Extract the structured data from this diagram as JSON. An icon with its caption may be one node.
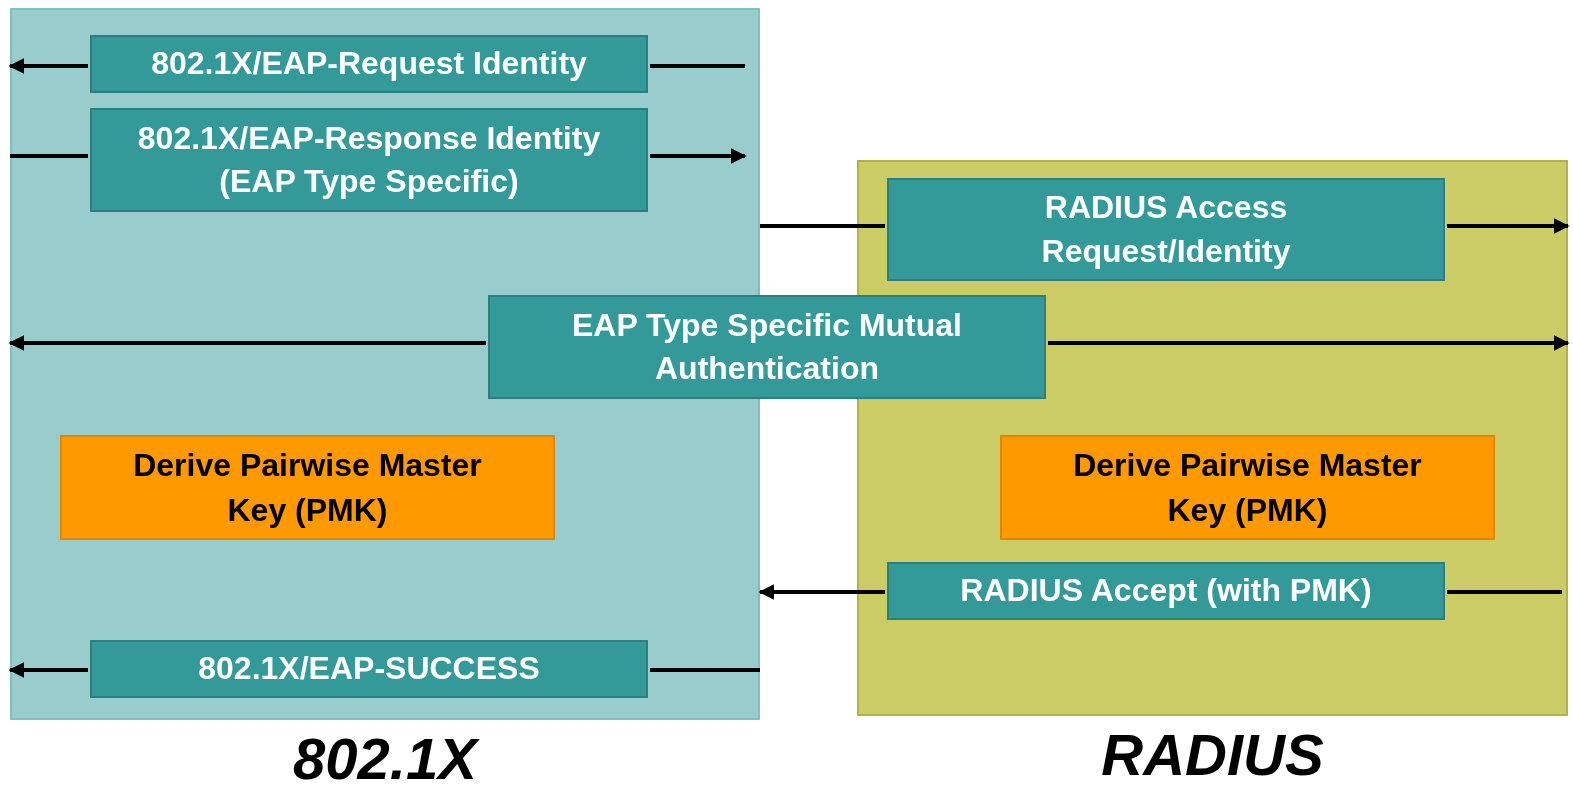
{
  "diagram": {
    "nodes": [
      {
        "text": [
          "802.1X"
        ]
      },
      {
        "text": [
          "RADIUS"
        ]
      },
      {
        "text": [
          "802.1X/EAP-Request Identity"
        ],
        "in": 0
      },
      {
        "text": [
          "802.1X/EAP-Response Identity (EAP Type Specific)"
        ],
        "in": 0
      },
      {
        "text": [
          "RADIUS Access Request/Identity"
        ],
        "in": 1
      },
      {
        "text": [
          "EAP Type Specific Mutual Authentication"
        ]
      },
      {
        "text": [
          "Derive Pairwise Master Key (PMK)"
        ],
        "in": 0
      },
      {
        "text": [
          "Derive Pairwise Master Key (PMK)"
        ],
        "in": 1
      },
      {
        "text": [
          "RADIUS Accept (with PMK)"
        ],
        "in": 1
      },
      {
        "text": [
          "802.1X/EAP-SUCCESS"
        ],
        "in": 0
      }
    ],
    "edges": [
      {
        "from": null,
        "to": 2,
        "arrow": "none"
      },
      {
        "from": 2,
        "to": null,
        "arrow": "to"
      },
      {
        "from": null,
        "to": 3,
        "arrow": "none"
      },
      {
        "from": 3,
        "to": null,
        "arrow": "to"
      },
      {
        "from": 0,
        "to": 4,
        "arrow": "none"
      },
      {
        "from": 4,
        "to": null,
        "arrow": "to"
      },
      {
        "from": 5,
        "to": 0,
        "arrow": "to"
      },
      {
        "from": 5,
        "to": 1,
        "arrow": "to"
      },
      {
        "from": null,
        "to": 8,
        "arrow": "none"
      },
      {
        "from": 8,
        "to": 0,
        "arrow": "to"
      },
      {
        "from": null,
        "to": 9,
        "arrow": "none"
      },
      {
        "from": 9,
        "to": null,
        "arrow": "to"
      }
    ]
  }
}
